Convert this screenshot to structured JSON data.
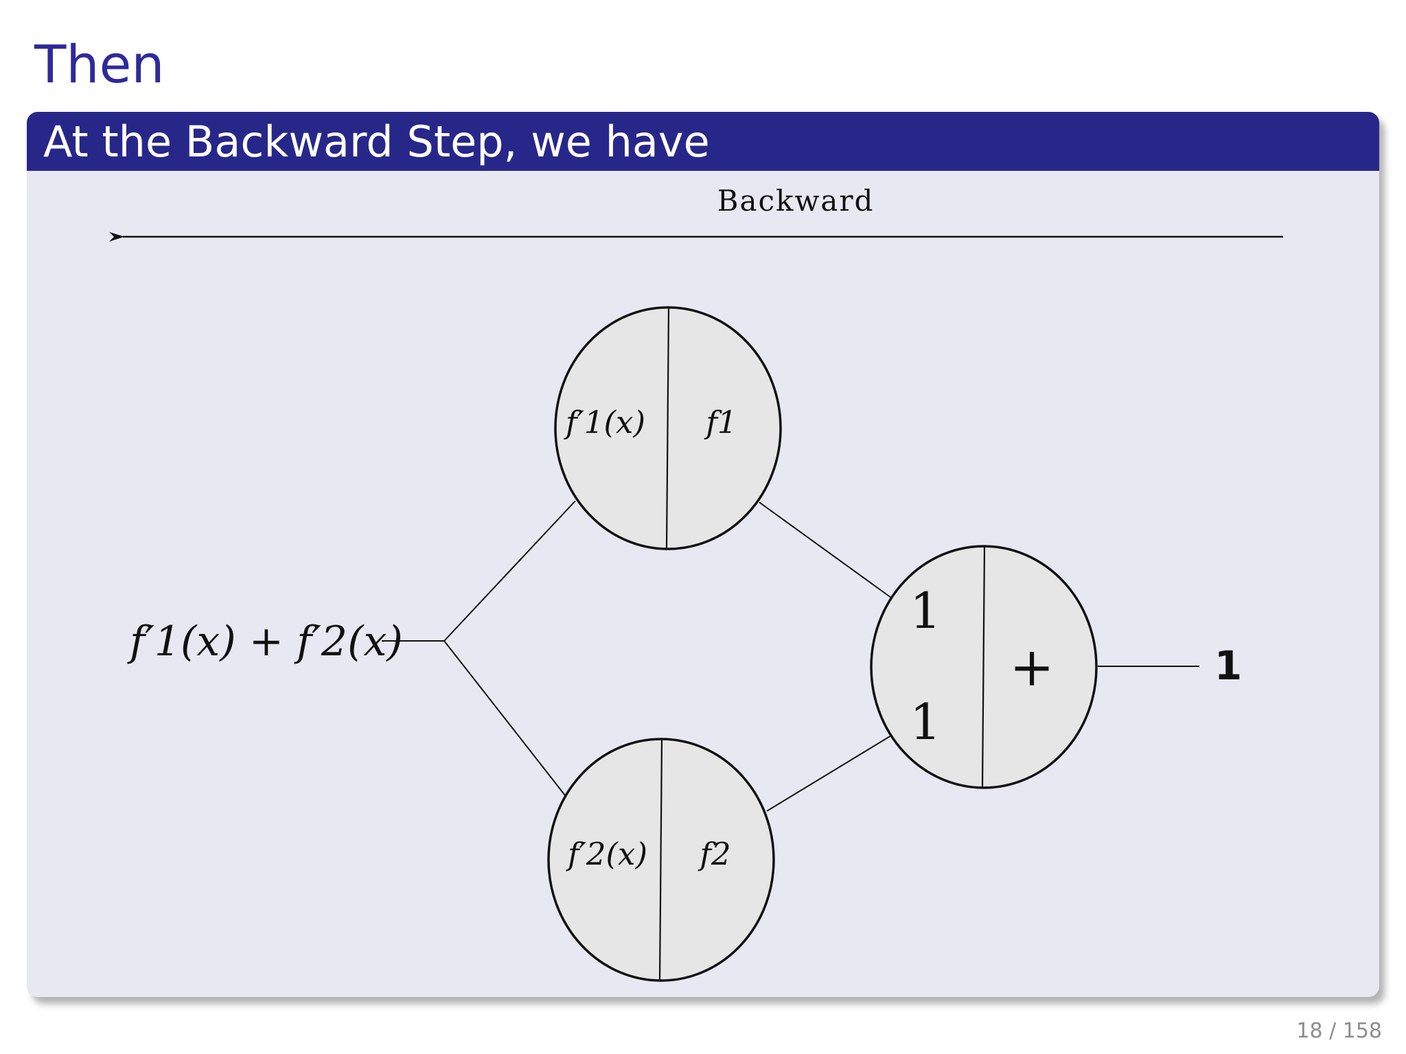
{
  "slide": {
    "title": "Then",
    "page_number": "18 / 158"
  },
  "block": {
    "title": "At the Backward Step, we have"
  },
  "diagram": {
    "direction_label": "Backward",
    "input_label": "f′1(x) + f′2(x)",
    "node_top": {
      "left": "f′1(x)",
      "right": "f1"
    },
    "node_bottom": {
      "left": "f′2(x)",
      "right": "f2"
    },
    "node_sum": {
      "upper_left": "1",
      "lower_left": "1",
      "right": "+"
    },
    "output_value": "1"
  },
  "colors": {
    "slide_title": "#2e2a9a",
    "block_header": "#27278a",
    "block_body": "#e8e8f3",
    "node_fill": "#e6e6e6",
    "line": "#111111"
  }
}
